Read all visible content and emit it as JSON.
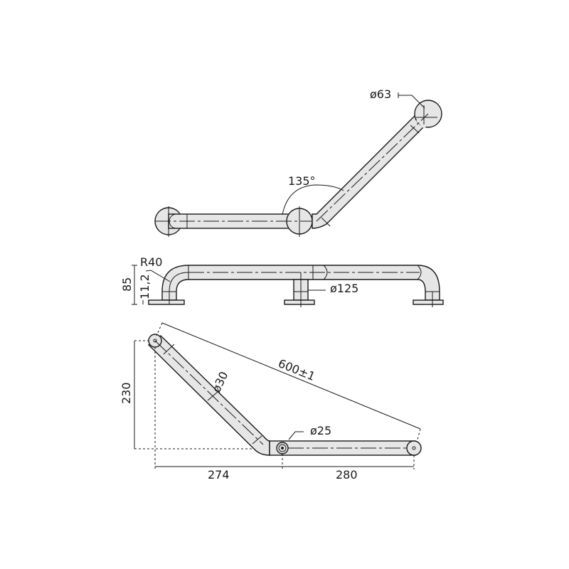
{
  "drawing": {
    "title": "Angled grab bar technical drawing",
    "colors": {
      "fill": "#e6e6e6",
      "stroke": "#1a1a1a",
      "background": "#ffffff"
    },
    "top_view": {
      "angle_label": "135°",
      "flange_diameter_label": "ø63"
    },
    "front_view": {
      "radius_label": "R40",
      "height_label": "85",
      "flange_thickness_label": "11,2",
      "center_post_label": "ø125"
    },
    "plan_view": {
      "vertical_label": "230",
      "tube_diameter_label": "ø30",
      "overall_label": "600±1",
      "flange_label": "ø25",
      "left_horizontal_label": "274",
      "right_horizontal_label": "280"
    }
  }
}
